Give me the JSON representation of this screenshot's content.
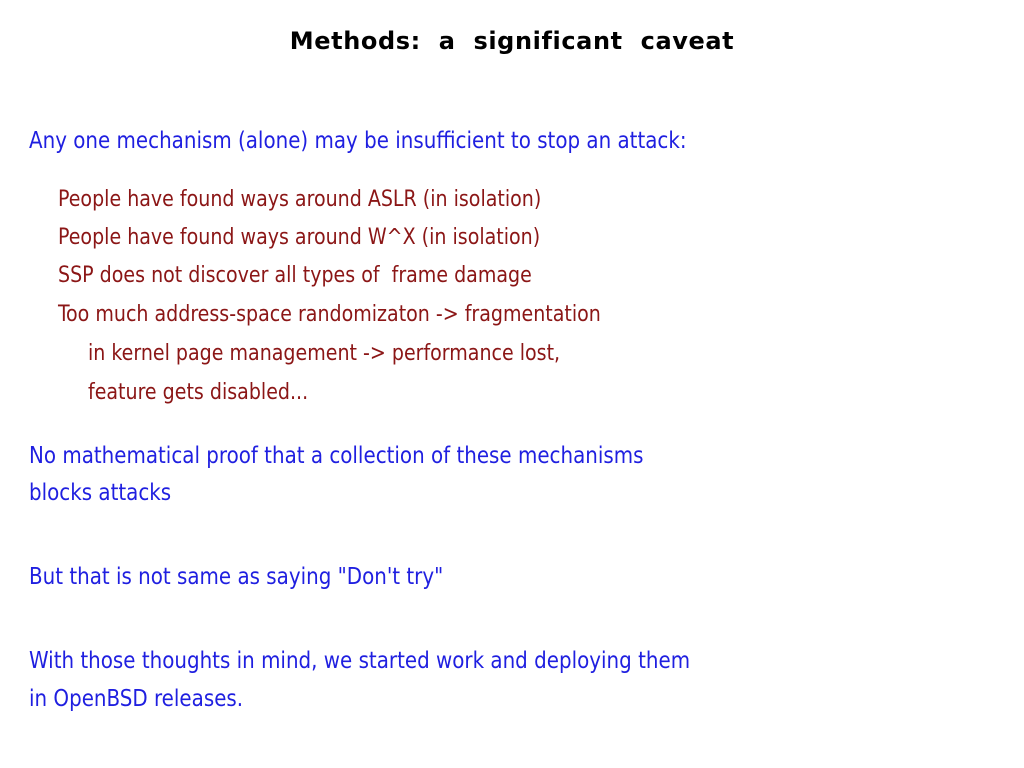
{
  "slide": {
    "title": "Methods:  a  significant  caveat",
    "colors": {
      "title": "#000000",
      "primary_text": "#1f1fe0",
      "secondary_text": "#8b1616",
      "background": "#ffffff"
    },
    "blocks": {
      "intro": {
        "lines": [
          "Any one mechanism (alone) may be insufficient to stop an attack:"
        ]
      },
      "examples": {
        "lines": [
          "People have found ways around ASLR (in isolation)",
          "People have found ways around W^X (in isolation)",
          "SSP does not discover all types of  frame damage",
          "Too much address-space randomizaton -> fragmentation"
        ],
        "continuation_lines": [
          "in kernel page management -> performance lost,",
          "feature gets disabled..."
        ]
      },
      "no_proof": {
        "lines": [
          "No mathematical proof that a collection of these mechanisms",
          "blocks attacks"
        ]
      },
      "but_try": {
        "lines": [
          "But that is not same as saying \"Don't try\""
        ]
      },
      "closing": {
        "lines": [
          "With those thoughts in mind, we started work and deploying them",
          "in OpenBSD releases."
        ]
      }
    }
  }
}
